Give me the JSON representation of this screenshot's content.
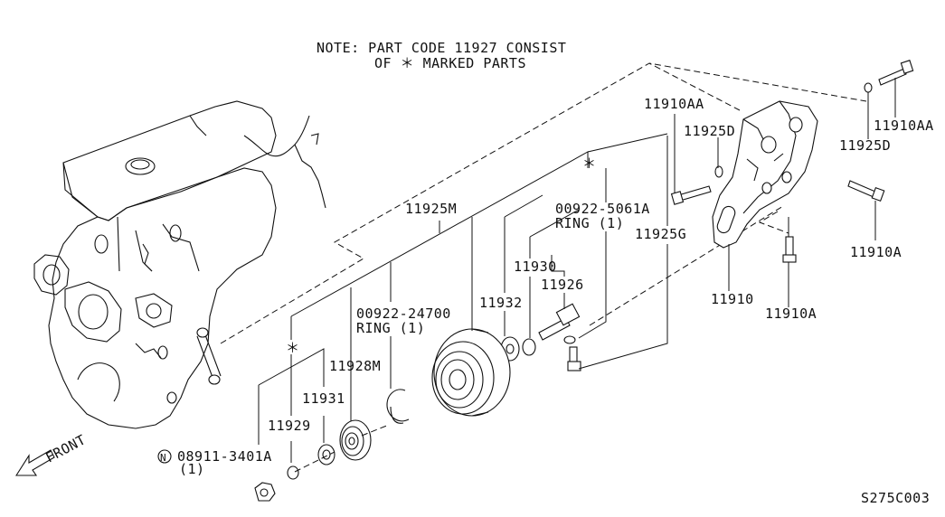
{
  "note": {
    "line1": "NOTE: PART CODE 11927 CONSIST",
    "line2": "OF ＊ MARKED PARTS"
  },
  "labels": {
    "p11925M": "11925M",
    "p00922_5061A": "00922-5061A",
    "ring1a": "RING (1)",
    "p11925G": "11925G",
    "p11930": "11930",
    "p11926": "11926",
    "p11932": "11932",
    "p00922_24700": "00922-24700",
    "ring1b": "RING (1)",
    "p11928M": "11928M",
    "p11931": "11931",
    "p11929": "11929",
    "p08911_3401A": "08911-3401A",
    "qty1": "(1)",
    "n_symbol": "N",
    "p11910AA_left": "11910AA",
    "p11925D_left": "11925D",
    "p11910AA_right": "11910AA",
    "p11925D_right": "11925D",
    "p11910A_right": "11910A",
    "p11910": "11910",
    "p11910A_bottom": "11910A",
    "asterisk_top": "＊",
    "asterisk_left": "＊",
    "front": "FRONT",
    "diagram_code": "S275C003"
  },
  "icons": {
    "front_arrow": "front-arrow-icon"
  }
}
